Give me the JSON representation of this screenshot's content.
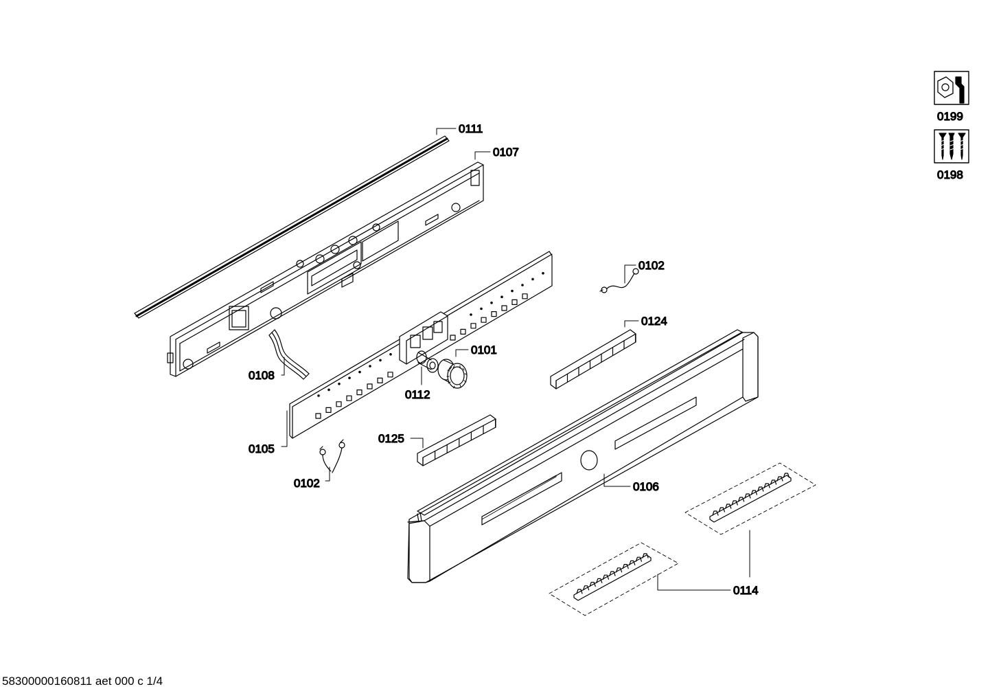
{
  "labels": {
    "p0111": "0111",
    "p0107": "0107",
    "p0102_top": "0102",
    "p0124": "0124",
    "p0108": "0108",
    "p0101": "0101",
    "p0112": "0112",
    "p0105": "0105",
    "p0125": "0125",
    "p0102_bottom": "0102",
    "p0106": "0106",
    "p0114": "0114"
  },
  "side_icons": [
    {
      "icon": "wrench-nut-icon",
      "caption": "0199"
    },
    {
      "icon": "screws-icon",
      "caption": "0198"
    }
  ],
  "footer": {
    "text": "58300000160811 aet 000 c 1/4"
  }
}
